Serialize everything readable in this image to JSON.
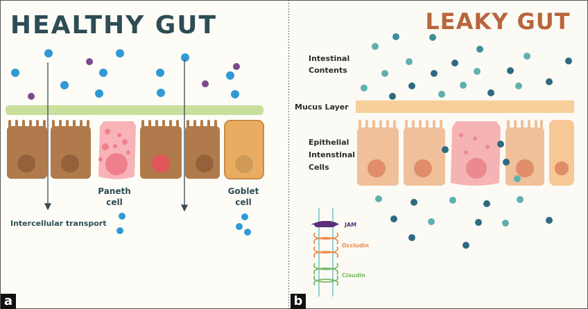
{
  "panel_a": {
    "letter": "a",
    "title": "HEALTHY GUT",
    "paneth_label": [
      "Paneth",
      "cell"
    ],
    "goblet_label": [
      "Goblet",
      "cell"
    ],
    "transport_label": "Intercellular transport"
  },
  "panel_b": {
    "letter": "b",
    "title": "LEAKY GUT",
    "contents_label": [
      "Intestinal",
      "Contents"
    ],
    "mucus_label": "Mucus Layer",
    "epithelial_label": [
      "Epithelial",
      "Intenstinal",
      "Cells"
    ],
    "legend": {
      "jam": "JAM",
      "occludin": "Occludin",
      "claudin": "Claudin"
    }
  },
  "colors": {
    "healthy_title": "#2e4d55",
    "leaky_title": "#b8663d",
    "blue_particle": "#2f9ad6",
    "purple_particle": "#7a4a8c",
    "teal_particle": "#3d8f9a",
    "healthy_mucus": "#c8e09c",
    "leaky_mucus": "#f7cf9a"
  }
}
